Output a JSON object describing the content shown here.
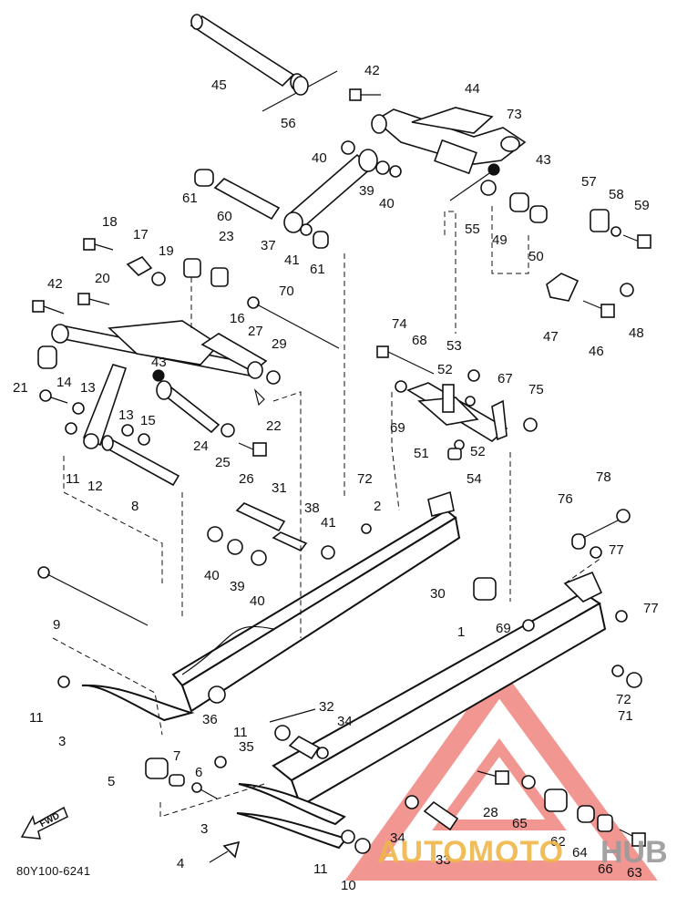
{
  "diagram_code": "80Y100-6241",
  "fwd_label": "FWD",
  "watermark": {
    "brand": "AUTOMOTO",
    "hub": "HUB",
    "color_brand": "#f0b64a",
    "color_triangle": "#e8423a"
  },
  "callouts": [
    {
      "id": "c45",
      "text": "45"
    },
    {
      "id": "c56",
      "text": "56"
    },
    {
      "id": "c42a",
      "text": "42"
    },
    {
      "id": "c44",
      "text": "44"
    },
    {
      "id": "c73",
      "text": "73"
    },
    {
      "id": "c43a",
      "text": "43"
    },
    {
      "id": "c40a",
      "text": "40"
    },
    {
      "id": "c39a",
      "text": "39"
    },
    {
      "id": "c40b",
      "text": "40"
    },
    {
      "id": "c61a",
      "text": "61"
    },
    {
      "id": "c60",
      "text": "60"
    },
    {
      "id": "c37",
      "text": "37"
    },
    {
      "id": "c41a",
      "text": "41"
    },
    {
      "id": "c61b",
      "text": "61"
    },
    {
      "id": "c55",
      "text": "55"
    },
    {
      "id": "c49",
      "text": "49"
    },
    {
      "id": "c50",
      "text": "50"
    },
    {
      "id": "c57",
      "text": "57"
    },
    {
      "id": "c58",
      "text": "58"
    },
    {
      "id": "c59",
      "text": "59"
    },
    {
      "id": "c18",
      "text": "18"
    },
    {
      "id": "c17",
      "text": "17"
    },
    {
      "id": "c19",
      "text": "19"
    },
    {
      "id": "c23",
      "text": "23"
    },
    {
      "id": "c20",
      "text": "20"
    },
    {
      "id": "c42b",
      "text": "42"
    },
    {
      "id": "c70",
      "text": "70"
    },
    {
      "id": "c47",
      "text": "47"
    },
    {
      "id": "c48",
      "text": "48"
    },
    {
      "id": "c46",
      "text": "46"
    },
    {
      "id": "c16",
      "text": "16"
    },
    {
      "id": "c27",
      "text": "27"
    },
    {
      "id": "c29",
      "text": "29"
    },
    {
      "id": "c21",
      "text": "21"
    },
    {
      "id": "c43b",
      "text": "43"
    },
    {
      "id": "c14",
      "text": "14"
    },
    {
      "id": "c13a",
      "text": "13"
    },
    {
      "id": "c74",
      "text": "74"
    },
    {
      "id": "c68",
      "text": "68"
    },
    {
      "id": "c53",
      "text": "53"
    },
    {
      "id": "c52a",
      "text": "52"
    },
    {
      "id": "c67",
      "text": "67"
    },
    {
      "id": "c75",
      "text": "75"
    },
    {
      "id": "c22",
      "text": "22"
    },
    {
      "id": "c13b",
      "text": "13"
    },
    {
      "id": "c15",
      "text": "15"
    },
    {
      "id": "c69a",
      "text": "69"
    },
    {
      "id": "c51",
      "text": "51"
    },
    {
      "id": "c52b",
      "text": "52"
    },
    {
      "id": "c54",
      "text": "54"
    },
    {
      "id": "c24",
      "text": "24"
    },
    {
      "id": "c25",
      "text": "25"
    },
    {
      "id": "c26",
      "text": "26"
    },
    {
      "id": "c11a",
      "text": "11"
    },
    {
      "id": "c12",
      "text": "12"
    },
    {
      "id": "c8",
      "text": "8"
    },
    {
      "id": "c31",
      "text": "31"
    },
    {
      "id": "c72a",
      "text": "72"
    },
    {
      "id": "c2",
      "text": "2"
    },
    {
      "id": "c78",
      "text": "78"
    },
    {
      "id": "c76",
      "text": "76"
    },
    {
      "id": "c77a",
      "text": "77"
    },
    {
      "id": "c38",
      "text": "38"
    },
    {
      "id": "c41b",
      "text": "41"
    },
    {
      "id": "c40c",
      "text": "40"
    },
    {
      "id": "c39b",
      "text": "39"
    },
    {
      "id": "c40d",
      "text": "40"
    },
    {
      "id": "c30",
      "text": "30"
    },
    {
      "id": "c9",
      "text": "9"
    },
    {
      "id": "c69b",
      "text": "69"
    },
    {
      "id": "c77b",
      "text": "77"
    },
    {
      "id": "c1",
      "text": "1"
    },
    {
      "id": "c72b",
      "text": "72"
    },
    {
      "id": "c71",
      "text": "71"
    },
    {
      "id": "c11b",
      "text": "11"
    },
    {
      "id": "c36",
      "text": "36"
    },
    {
      "id": "c3a",
      "text": "3"
    },
    {
      "id": "c32",
      "text": "32"
    },
    {
      "id": "c34a",
      "text": "34"
    },
    {
      "id": "c35",
      "text": "35"
    },
    {
      "id": "c11c",
      "text": "11"
    },
    {
      "id": "c7",
      "text": "7"
    },
    {
      "id": "c5",
      "text": "5"
    },
    {
      "id": "c6",
      "text": "6"
    },
    {
      "id": "c28",
      "text": "28"
    },
    {
      "id": "c65",
      "text": "65"
    },
    {
      "id": "c62",
      "text": "62"
    },
    {
      "id": "c3b",
      "text": "3"
    },
    {
      "id": "c34b",
      "text": "34"
    },
    {
      "id": "c64",
      "text": "64"
    },
    {
      "id": "c66",
      "text": "66"
    },
    {
      "id": "c63",
      "text": "63"
    },
    {
      "id": "c4",
      "text": "4"
    },
    {
      "id": "c11d",
      "text": "11"
    },
    {
      "id": "c33",
      "text": "33"
    },
    {
      "id": "c10",
      "text": "10"
    }
  ]
}
